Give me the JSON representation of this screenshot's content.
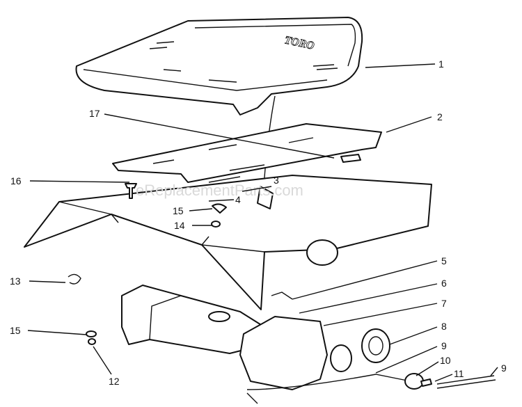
{
  "watermark": "eReplacementParts.com",
  "brand_mark": "TORO",
  "callouts": [
    {
      "label": "1"
    },
    {
      "label": "2"
    },
    {
      "label": "17"
    },
    {
      "label": "16"
    },
    {
      "label": "3"
    },
    {
      "label": "4"
    },
    {
      "label": "15"
    },
    {
      "label": "14"
    },
    {
      "label": "5"
    },
    {
      "label": "6"
    },
    {
      "label": "7"
    },
    {
      "label": "13"
    },
    {
      "label": "15"
    },
    {
      "label": "8"
    },
    {
      "label": "9"
    },
    {
      "label": "10"
    },
    {
      "label": "11"
    },
    {
      "label": "9"
    },
    {
      "label": "12"
    }
  ],
  "colors": {
    "ink": "#111111",
    "paper": "#ffffff",
    "watermark": "#d9d9d9"
  }
}
